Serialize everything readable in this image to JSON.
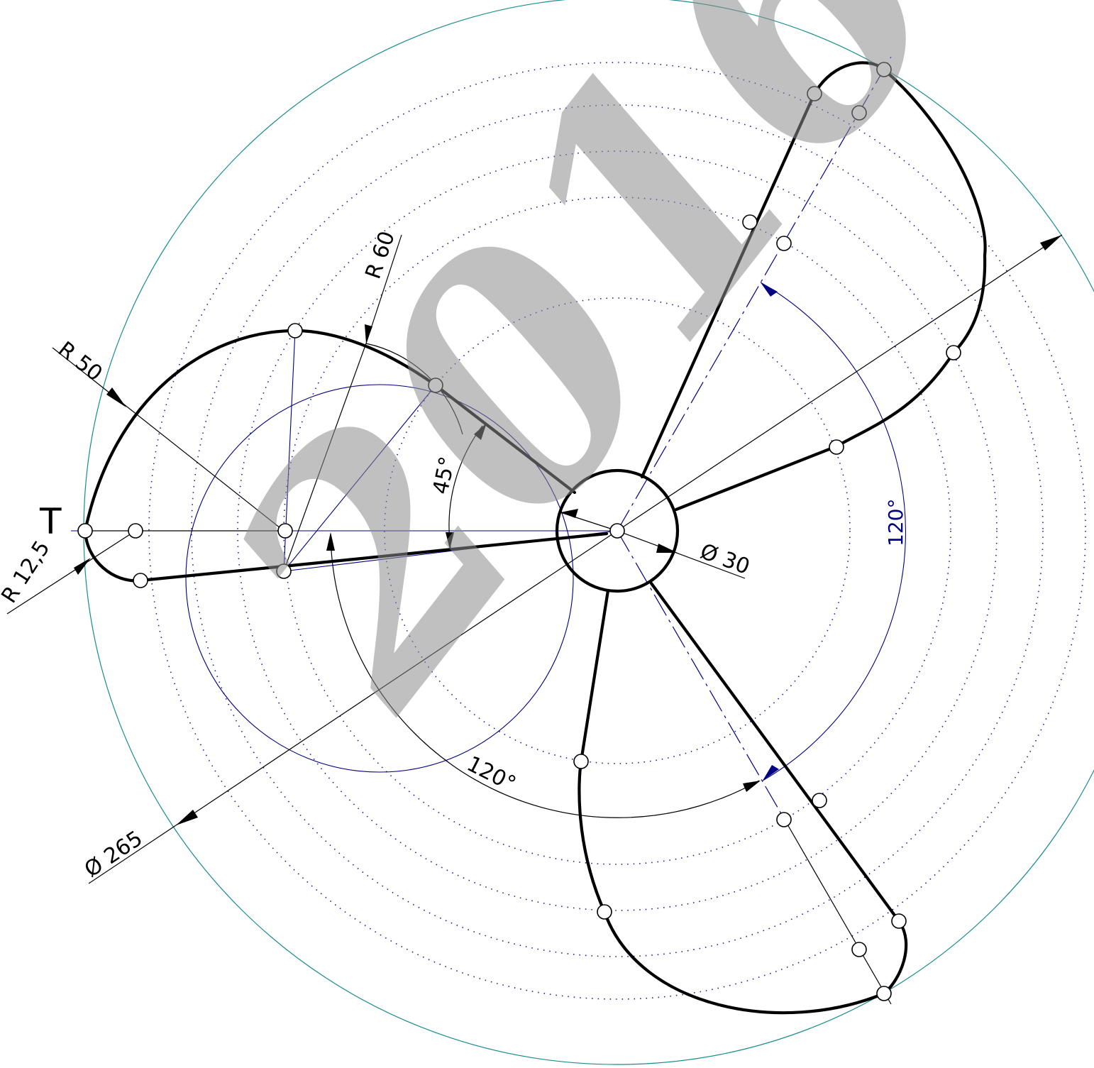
{
  "labels": {
    "point_t": "T",
    "dim_r50": "R 50",
    "dim_r60": "R 60",
    "dim_r125": "R 12,5",
    "dim_d30": "Ø 30",
    "dim_d265": "Ø 265",
    "angle_45": "45°",
    "angle_120_black": "120°",
    "angle_120_blue": "120°"
  },
  "watermark": "2016",
  "colors": {
    "outline": "#000000",
    "construction": "#000080",
    "outer_circle": "#1a8c8c",
    "watermark": "#8c8c8c"
  }
}
